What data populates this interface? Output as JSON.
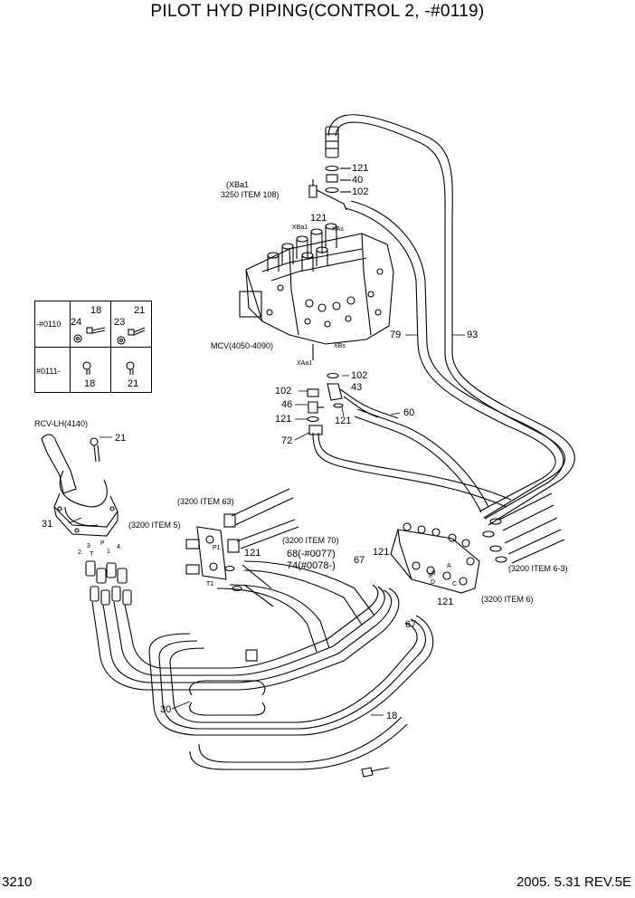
{
  "title": "PILOT HYD PIPING(CONTROL 2, -#0119)",
  "footer": {
    "page_number": "3210",
    "revision": "2005. 5.31  REV.5E"
  },
  "inset": {
    "row1_label": "-#0110",
    "row2_label": "#0111-",
    "r1_a": "24",
    "r1_b": "18",
    "r1_c": "23",
    "r1_d": "21",
    "r2_a": "18",
    "r2_b": "21"
  },
  "labels": {
    "xba1_ref_1": "(XBa1",
    "xba1_ref_2": "3250 ITEM 108)",
    "mcv": "MCV(4050-4090)",
    "rcv": "RCV-LH(4140)",
    "port_xba1": "XBa1",
    "port_xas": "XAs",
    "port_xbs": "XBs",
    "port_xaa1": "XAa1",
    "ref_63": "(3200 ITEM 63)",
    "ref_5": "(3200 ITEM 5)",
    "ref_70": "(3200 ITEM 70)",
    "ref_6_3": "(3200 ITEM 6-3)",
    "ref_6": "(3200 ITEM 6)",
    "p_121_a": "121",
    "p_40": "40",
    "p_102_a": "102",
    "p_121_b": "121",
    "p_79": "79",
    "p_93": "93",
    "p_102_b": "102",
    "p_43": "43",
    "p_102_c": "102",
    "p_46": "46",
    "p_121_c": "121",
    "p_121_d": "121",
    "p_60": "60",
    "p_72": "72",
    "p_21": "21",
    "p_31": "31",
    "port_2": "2",
    "port_3": "3",
    "port_t": "T",
    "port_p": "P",
    "port_1": "1",
    "port_4": "4",
    "p_121_e": "121",
    "p_68": "68(-#0077)",
    "p_74": "74(#0078-)",
    "port_p1": "P1",
    "port_t1": "T1",
    "p_67_a": "67",
    "p_121_f": "121",
    "p_121_g": "121",
    "p_67_b": "67",
    "p_30": "30",
    "p_18": "18",
    "port_a": "A",
    "port_b": "B",
    "port_d": "D",
    "port_e": "E",
    "port_c": "C"
  }
}
